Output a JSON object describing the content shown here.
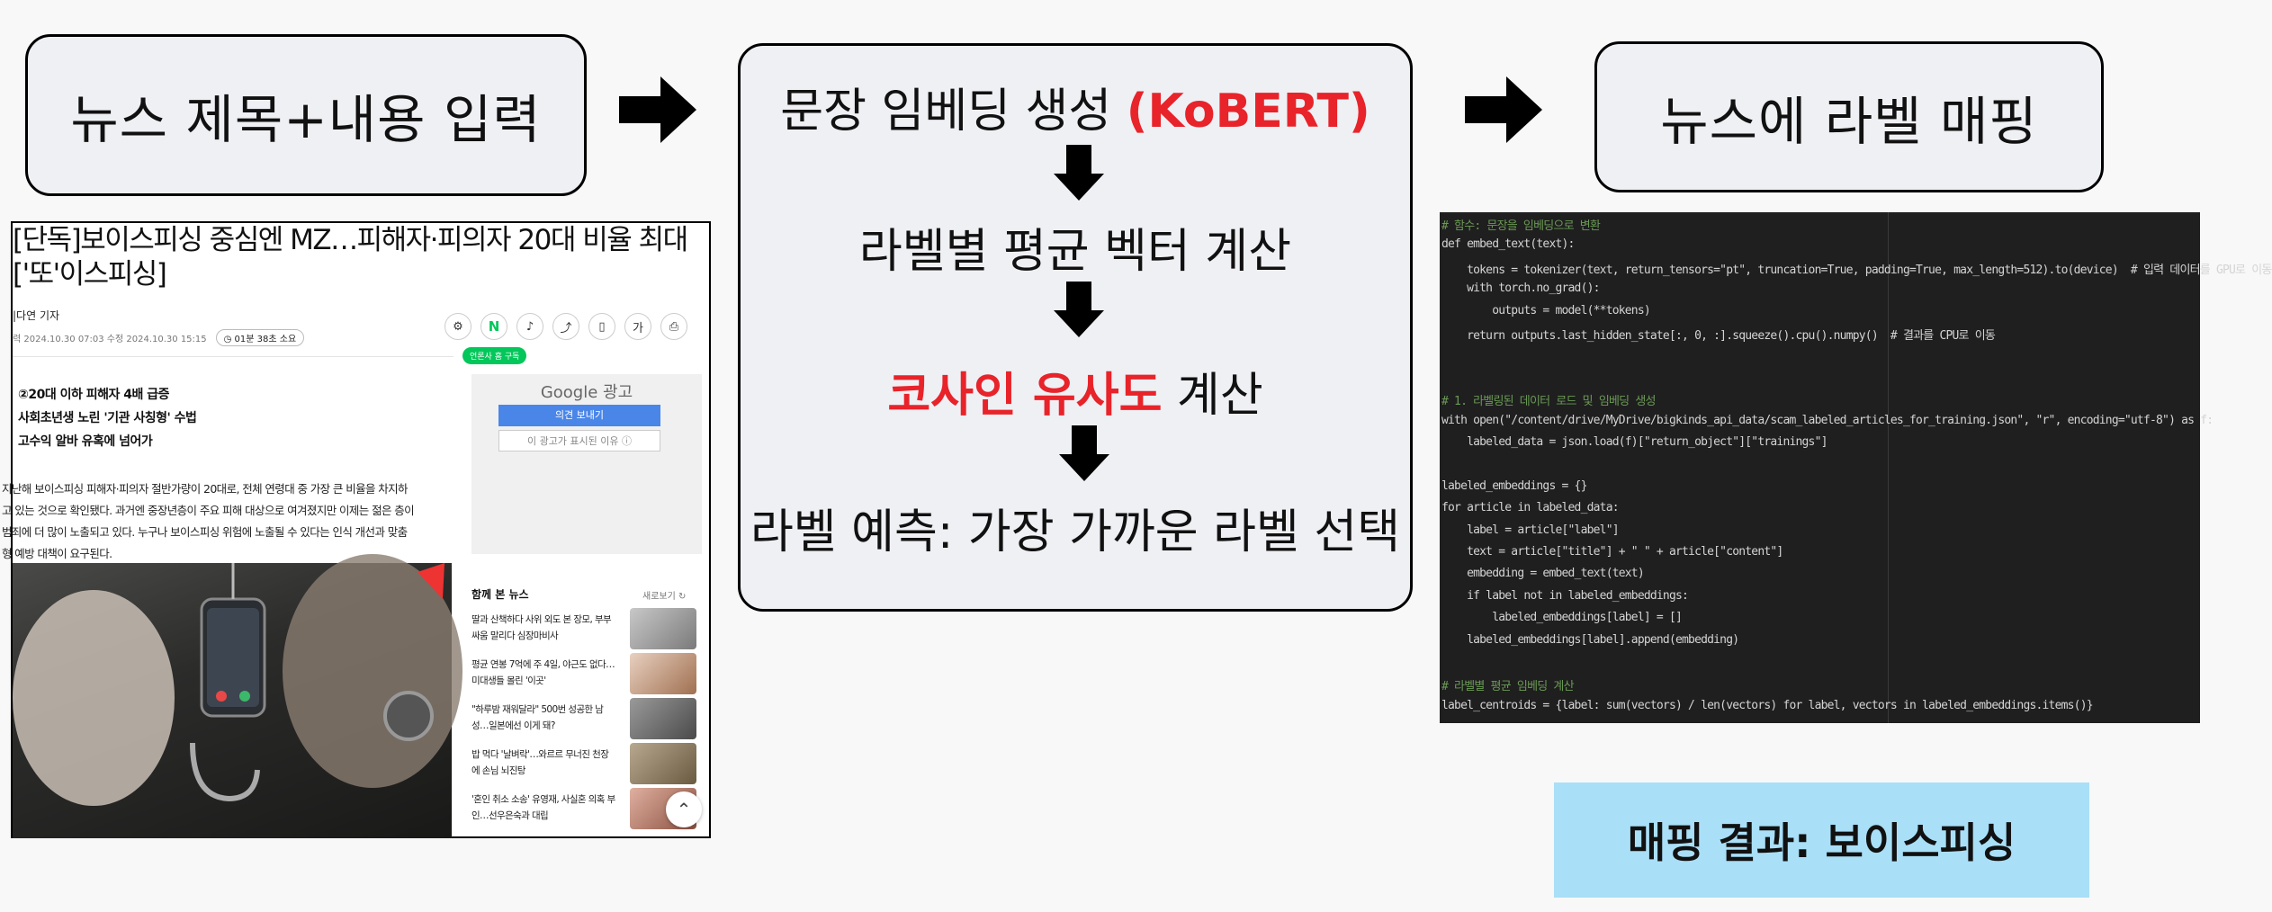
{
  "flow": {
    "box1": "뉴스 제목+내용 입력",
    "box2": {
      "step1_text": "문장 임베딩 생성 ",
      "step1_highlight": "(KoBERT)",
      "step2": "라벨별 평균 벡터 계산",
      "step3_highlight": "코사인 유사도",
      "step3_text": " 계산",
      "step4": "라벨 예측: 가장 가까운 라벨 선택"
    },
    "box3": "뉴스에 라벨 매핑",
    "result": "매핑 결과: 보이스피싱"
  },
  "colors": {
    "box_fill": "#eef0f4",
    "highlight_red": "#e8232a",
    "result_fill": "#a9dff7",
    "code_bg": "#1f1f1f"
  },
  "news": {
    "title": "[단독]보이스피싱 중심엔 MZ…피해자·피의자 20대 비율 최대['또'이스피싱]",
    "reporter": "|다연 기자",
    "date": "력 2024.10.30 07:03  수정 2024.10.30 15:15",
    "read_time": "◷ 01분 38초 소요",
    "subscribe": "언론사 홈 구독",
    "summary": [
      "②20대 이하 피해자 4배 급증",
      "사회초년생 노린 '기관 사칭형' 수법",
      "고수익 알바 유혹에 넘어가"
    ],
    "body": [
      "지난해 보이스피싱 피해자·피의자 절반가량이 20대로, 전체 연령대 중 가장 큰 비율을 차지하",
      "고 있는 것으로 확인됐다. 과거엔 중장년층이 주요 피해 대상으로 여겨졌지만 이제는 젊은 층이",
      "범죄에 더 많이 노출되고 있다. 누구나 보이스피싱 위험에 노출될 수 있다는 인식 개선과 맞춤",
      "형 예방 대책이 요구된다."
    ],
    "ad": {
      "title": "Google 광고",
      "feedback_button": "의견 보내기",
      "why_button": "이 광고가 표시된 이유 ⓘ"
    },
    "related_heading": "함께 본 뉴스",
    "related_more": "새로보기 ↻",
    "related": [
      "딸과 산책하다 사위 외도 본 장모, 부부싸움 말리다 심장마비사",
      "평균 연봉 7억에 주 4일, 야근도 없다…미대생들 몰린 '이곳'",
      "\"하루밤 재워달라\" 500번 성공한 남성…일본에선 이게 돼?",
      "밥 먹다 '날벼락'…와르르 무너진 천장에 손님 뇌진탕",
      "'혼인 취소 소송' 유영재, 사실혼 의혹 부인…선우은숙과 대립"
    ]
  },
  "code": [
    {
      "cls": "c-comment",
      "text": "# 함수: 문장을 임베딩으로 변환"
    },
    {
      "cls": "",
      "text": "def embed_text(text):"
    },
    {
      "cls": "",
      "text": "    tokens = tokenizer(text, return_tensors=\"pt\", truncation=True, padding=True, max_length=512).to(device)  # 입력 데이터를 GPU로 이동"
    },
    {
      "cls": "",
      "text": "    with torch.no_grad():"
    },
    {
      "cls": "",
      "text": "        outputs = model(**tokens)"
    },
    {
      "cls": "",
      "text": "    return outputs.last_hidden_state[:, 0, :].squeeze().cpu().numpy()  # 결과를 CPU로 이동"
    },
    {
      "cls": "",
      "text": ""
    },
    {
      "cls": "",
      "text": ""
    },
    {
      "cls": "c-comment",
      "text": "# 1. 라벨링된 데이터 로드 및 임베딩 생성"
    },
    {
      "cls": "",
      "text": "with open(\"/content/drive/MyDrive/bigkinds_api_data/scam_labeled_articles_for_training.json\", \"r\", encoding=\"utf-8\") as f:"
    },
    {
      "cls": "",
      "text": "    labeled_data = json.load(f)[\"return_object\"][\"trainings\"]"
    },
    {
      "cls": "",
      "text": ""
    },
    {
      "cls": "",
      "text": "labeled_embeddings = {}"
    },
    {
      "cls": "",
      "text": "for article in labeled_data:"
    },
    {
      "cls": "",
      "text": "    label = article[\"label\"]"
    },
    {
      "cls": "",
      "text": "    text = article[\"title\"] + \" \" + article[\"content\"]"
    },
    {
      "cls": "",
      "text": "    embedding = embed_text(text)"
    },
    {
      "cls": "",
      "text": "    if label not in labeled_embeddings:"
    },
    {
      "cls": "",
      "text": "        labeled_embeddings[label] = []"
    },
    {
      "cls": "",
      "text": "    labeled_embeddings[label].append(embedding)"
    },
    {
      "cls": "",
      "text": ""
    },
    {
      "cls": "c-comment",
      "text": "# 라벨별 평균 임베딩 계산"
    },
    {
      "cls": "",
      "text": "label_centroids = {label: sum(vectors) / len(vectors) for label, vectors in labeled_embeddings.items()}"
    }
  ]
}
